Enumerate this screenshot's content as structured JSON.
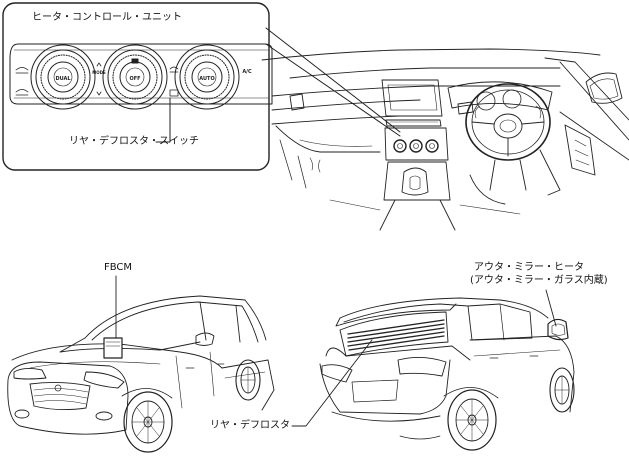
{
  "labels": {
    "heater_control_unit": "ヒータ・コントロール・ユニット",
    "rear_defroster_switch": "リヤ・デフロスタ・スイッチ",
    "fbcm": "FBCM",
    "outer_mirror_heater_line1": "アウタ・ミラー・ヒータ",
    "outer_mirror_heater_line2": "(アウタ・ミラー・ガラス内蔵)",
    "rear_defroster": "リヤ・デフロスタ"
  },
  "panel_text": {
    "dual": "DUAL",
    "off": "OFF",
    "auto": "AUTO",
    "ac": "A/C",
    "mode": "MODE"
  }
}
